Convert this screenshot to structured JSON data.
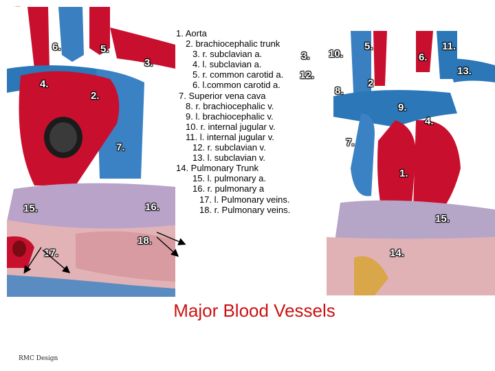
{
  "title": "Major Blood Vessels",
  "credit": "RMC Design",
  "legend": [
    {
      "text": "1. Aorta",
      "level": 0
    },
    {
      "text": "2. brachiocephalic trunk",
      "level": 1
    },
    {
      "text": "3. r. subclavian a.",
      "level": 2
    },
    {
      "text": "4. l. subclavian a.",
      "level": 2
    },
    {
      "text": "5. r. common carotid a.",
      "level": 2
    },
    {
      "text": "6. l.common carotid a.",
      "level": 2
    },
    {
      "text": "7. Superior vena cava",
      "level": 0
    },
    {
      "text": "8. r. brachiocephalic v.",
      "level": 1
    },
    {
      "text": "9. l. brachiocephalic v.",
      "level": 1
    },
    {
      "text": "10. r. internal jugular v.",
      "level": 1
    },
    {
      "text": "11. l. internal jugular v.",
      "level": 1
    },
    {
      "text": "12. r. subclavian v.",
      "level": 2
    },
    {
      "text": "13. l. subclavian v.",
      "level": 2
    },
    {
      "text": "14. Pulmonary Trunk",
      "level": 0
    },
    {
      "text": "15. l. pulmonary a.",
      "level": 2
    },
    {
      "text": "16. r. pulmonary a",
      "level": 2
    },
    {
      "text": "17. l. Pulmonary veins.",
      "level": 3
    },
    {
      "text": "18. r. Pulmonary veins.",
      "level": 3
    }
  ],
  "left_photo_labels": {
    "n6": "6.",
    "n5": "5.",
    "n3": "3.",
    "n4": "4.",
    "n2": "2.",
    "n7": "7.",
    "n15": "15.",
    "n16": "16.",
    "n18": "18.",
    "n17": "17."
  },
  "mid_labels": {
    "n3": "3.",
    "n12": "12.",
    "n10": "10.",
    "n8": "8.",
    "n7": "7."
  },
  "right_photo_labels": {
    "n5": "5.",
    "n6": "6.",
    "n11": "11.",
    "n13": "13.",
    "n2": "2",
    "n9": "9.",
    "n4": "4.",
    "n1": "1.",
    "n15": "15.",
    "n14": "14."
  },
  "colors": {
    "artery": "#c8102e",
    "vein": "#2b77b8",
    "title": "#cc1111",
    "tissue": "#d9a3a6"
  }
}
